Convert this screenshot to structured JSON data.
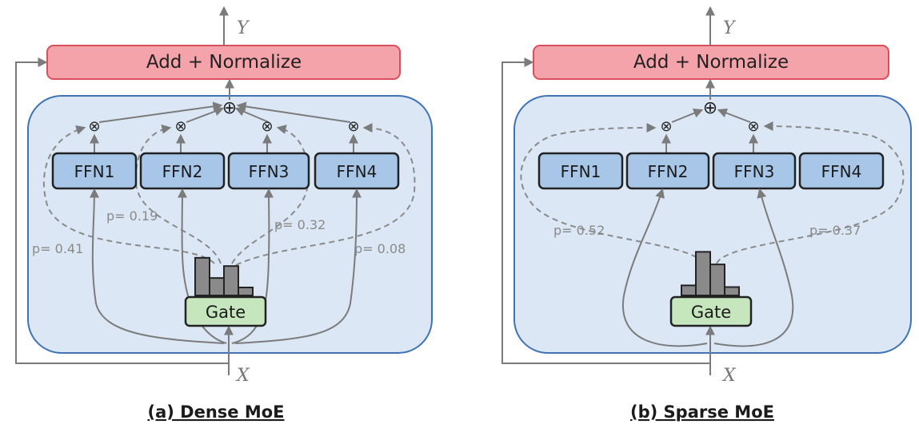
{
  "panels": [
    {
      "id": "dense",
      "caption": "(a) Dense MoE",
      "norm_label": "Add + Normalize",
      "output_label": "Y",
      "input_label": "X",
      "gate_label": "Gate",
      "experts": [
        "FFN1",
        "FFN2",
        "FFN3",
        "FFN4"
      ],
      "active_experts": [
        1,
        2,
        3,
        4
      ],
      "probabilities": [
        {
          "expert": "FFN1",
          "text": "p= 0.41"
        },
        {
          "expert": "FFN2",
          "text": "p= 0.19"
        },
        {
          "expert": "FFN3",
          "text": "p= 0.32"
        },
        {
          "expert": "FFN4",
          "text": "p= 0.08"
        }
      ],
      "gate_histogram": [
        0.41,
        0.19,
        0.32,
        0.08
      ]
    },
    {
      "id": "sparse",
      "caption": "(b) Sparse MoE",
      "norm_label": "Add + Normalize",
      "output_label": "Y",
      "input_label": "X",
      "gate_label": "Gate",
      "experts": [
        "FFN1",
        "FFN2",
        "FFN3",
        "FFN4"
      ],
      "active_experts": [
        2,
        3
      ],
      "probabilities": [
        {
          "expert": "FFN2",
          "text": "p= 0.52"
        },
        {
          "expert": "FFN3",
          "text": "p= 0.37"
        }
      ],
      "gate_histogram": [
        0.12,
        0.52,
        0.37,
        0.1
      ]
    }
  ],
  "symbols": {
    "multiply": "⊗",
    "add": "⊕"
  },
  "colors": {
    "norm_fill": "#f4a3aa",
    "norm_stroke": "#d9505d",
    "panel_fill": "#dbe7f4",
    "panel_stroke": "#3f73b3",
    "expert_fill": "#a7c6e8",
    "gate_fill": "#c6e6bd",
    "hist_fill": "#8a8a8a",
    "arrow": "#7b7b7b"
  }
}
